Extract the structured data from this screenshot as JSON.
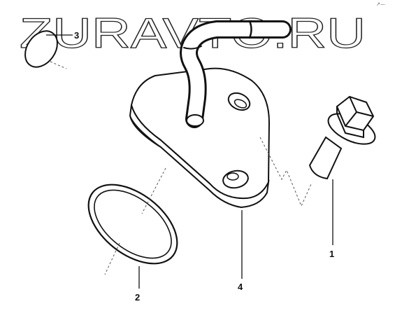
{
  "watermark": {
    "text": "ZURAVTO.RU"
  },
  "corner_mark": "↗—",
  "callouts": {
    "bolt": "1",
    "gasket": "2",
    "plug": "3",
    "flange": "4"
  }
}
